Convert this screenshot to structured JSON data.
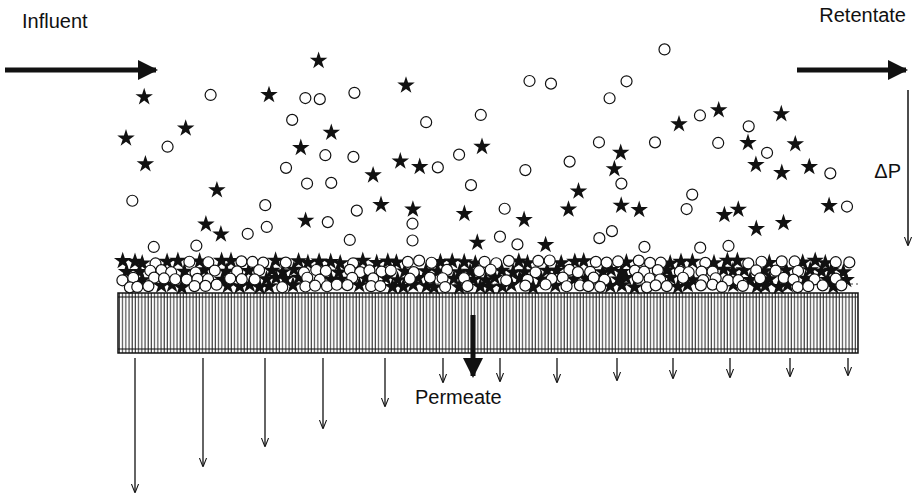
{
  "diagram": {
    "labels": [
      "Influent",
      "Retentate",
      "ΔP",
      "Permeate"
    ]
  }
}
